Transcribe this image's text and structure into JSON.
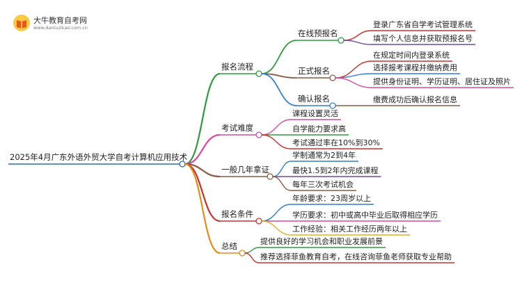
{
  "watermark": {
    "name": "大牛教育自考网",
    "url": "www.daniuzikao.com.cn",
    "logo_icon": "open-book-icon"
  },
  "root": {
    "label": "2025年4月广东外语外贸大学自考计算机应用技术",
    "color": "#2f6cb3"
  },
  "branches": [
    {
      "label": "报名流程",
      "color": "#2e9a3c",
      "children": [
        {
          "label": "在线预报名",
          "color": "#2e9a3c",
          "children": [
            {
              "label": "登录广东省自学考试管理系统",
              "color": "#c9302c"
            },
            {
              "label": "填写个人信息并获取预报名号",
              "color": "#6f4aa6"
            }
          ]
        },
        {
          "label": "正式报名",
          "color": "#8a5a44",
          "children": [
            {
              "label": "在规定时间内登录系统",
              "color": "#c9302c"
            },
            {
              "label": "选择报考课程并缴纳费用",
              "color": "#2f7fd0"
            },
            {
              "label": "提供身份证明、学历证明、居住证及照片",
              "color": "#d94aa0"
            }
          ]
        },
        {
          "label": "确认报名",
          "color": "#2f7fd0",
          "children": [
            {
              "label": "缴费成功后确认报名信息",
              "color": "#8a5a44"
            }
          ]
        }
      ]
    },
    {
      "label": "考试难度",
      "color": "#d94aa0",
      "children": [
        {
          "label": "课程设置灵活",
          "color": "#d94aa0"
        },
        {
          "label": "自学能力要求高",
          "color": "#2e9a3c"
        },
        {
          "label": "考试通过率在10%到30%",
          "color": "#c9302c"
        }
      ]
    },
    {
      "label": "一般几年拿证",
      "color": "#8a5a44",
      "children": [
        {
          "label": "学制通常为2到4年",
          "color": "#2f7fd0"
        },
        {
          "label": "最快1.5到2年内完成课程",
          "color": "#6f4aa6"
        },
        {
          "label": "每年三次考试机会",
          "color": "#8a5a44"
        }
      ]
    },
    {
      "label": "报名条件",
      "color": "#c9302c",
      "children": [
        {
          "label": "年龄要求：23周岁以上",
          "color": "#2f7fd0"
        },
        {
          "label": "学历要求：初中或高中毕业后取得相应学历",
          "color": "#d94aa0"
        },
        {
          "label": "工作经验：相关工作经历两年以上",
          "color": "#e0b020"
        }
      ]
    },
    {
      "label": "总结",
      "color": "#e88a1a",
      "children": [
        {
          "label": "提供良好的学习机会和职业发展前景",
          "color": "#2e9a3c"
        },
        {
          "label": "推荐选择菲鱼教育自考，在线咨询菲鱼老师获取专业帮助",
          "color": "#c9302c"
        }
      ]
    }
  ]
}
